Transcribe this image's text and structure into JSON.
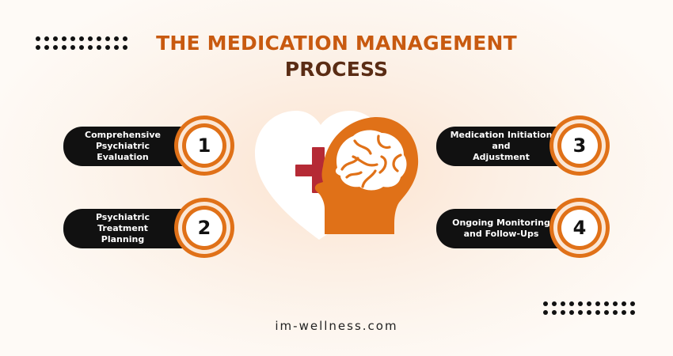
{
  "title": {
    "line1": "THE MEDICATION MANAGEMENT",
    "line2": "PROCESS"
  },
  "steps": [
    {
      "number": "1",
      "line1": "Comprehensive",
      "line2": "Psychiatric Evaluation"
    },
    {
      "number": "2",
      "line1": "Psychiatric Treatment",
      "line2": "Planning"
    },
    {
      "number": "3",
      "line1": "Medication Initiation and",
      "line2": "Adjustment"
    },
    {
      "number": "4",
      "line1": "Ongoing Monitoring",
      "line2": "and Follow-Ups"
    }
  ],
  "footer": "im-wellness.com",
  "illustration": {
    "icons": [
      "heart-icon",
      "medical-cross-icon",
      "head-profile-icon",
      "brain-icon"
    ]
  },
  "colors": {
    "accent": "#e07118",
    "title_dark": "#5a2c14",
    "title_orange": "#c85a10",
    "pill": "#111111",
    "cross": "#b52a35"
  }
}
